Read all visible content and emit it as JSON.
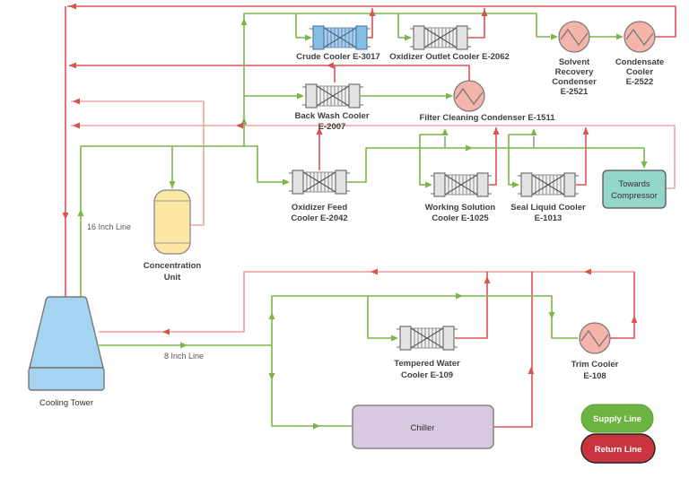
{
  "diagram_type": "cooling-water-process-flow-diagram",
  "equipment": {
    "crude_cooler": {
      "label": "Crude Cooler E-3017"
    },
    "oxidizer_outlet_cooler": {
      "label": "Oxidizer Outlet Cooler E-2062"
    },
    "solvent_recovery_condenser": {
      "line1": "Solvent",
      "line2": "Recovery",
      "line3": "Condenser",
      "line4": "E-2521"
    },
    "condensate_cooler": {
      "line1": "Condensate",
      "line2": "Cooler",
      "line3": "E-2522"
    },
    "back_wash_cooler": {
      "line1": "Back Wash Cooler",
      "line2": "E-2007"
    },
    "filter_cleaning_condenser": {
      "label": "Filter Cleaning Condenser E-1511"
    },
    "oxidizer_feed_cooler": {
      "line1": "Oxidizer Feed",
      "line2": "Cooler E-2042"
    },
    "working_solution_cooler": {
      "line1": "Working Solution",
      "line2": "Cooler E-1025"
    },
    "seal_liquid_cooler": {
      "line1": "Seal Liquid Cooler",
      "line2": "E-1013"
    },
    "towards_compressor": {
      "line1": "Towards",
      "line2": "Compressor"
    },
    "concentration_unit": {
      "line1": "Concentration",
      "line2": "Unit"
    },
    "cooling_tower": {
      "label": "Cooling Tower"
    },
    "tempered_water_cooler": {
      "line1": "Tempered Water",
      "line2": "Cooler E-109"
    },
    "trim_cooler": {
      "line1": "Trim Cooler",
      "line2": "E-108"
    },
    "chiller": {
      "label": "Chiller"
    }
  },
  "pipe_labels": {
    "sixteen_inch": "16 Inch Line",
    "eight_inch": "8 Inch Line"
  },
  "legend": {
    "supply": "Supply Line",
    "return": "Return Line"
  },
  "colors": {
    "supply_line": "#7cb649",
    "return_line": "#db5350",
    "return_line_light": "#f2a5a3",
    "return_line_bottom": "#ef9a98",
    "arrow_red": "#d9534f",
    "cooling_tower_fill": "#a5d3f2",
    "vessel_fill": "#fbe6a3",
    "chiller_fill": "#d8c8e0",
    "compressor_fill": "#93d5cb",
    "condenser_fill": "#f5b4aa",
    "exchanger_fill": "#ececec",
    "exchanger_blue_fill": "#85bde4",
    "legend_supply_fill": "#6db33f",
    "legend_return_fill": "#c9353f"
  }
}
